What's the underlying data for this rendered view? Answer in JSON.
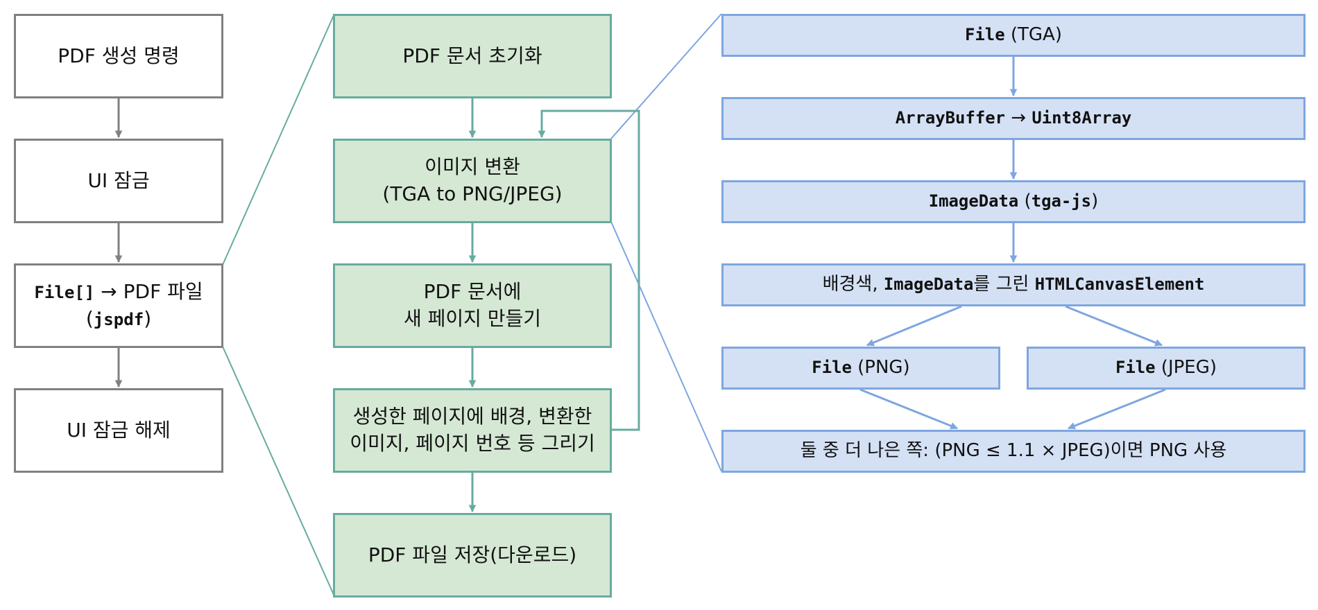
{
  "colors": {
    "gray_stroke": "#808080",
    "green_fill": "#d5e8d4",
    "green_stroke": "#67ab9f",
    "blue_fill": "#d4e1f5",
    "blue_stroke": "#7ea6e0"
  },
  "col1": {
    "cmd": "PDF 생성 명령",
    "lock": "UI 잠금",
    "convert_pre": "File[]",
    "convert_arrow": " → PDF 파일",
    "convert_lib": "jspdf",
    "open_paren": "(",
    "close_paren": ")",
    "unlock": "UI 잠금 해제"
  },
  "col2": {
    "init": "PDF 문서 초기화",
    "img_line1": "이미지 변환",
    "img_line2": "(TGA to PNG/JPEG)",
    "newpage_line1": "PDF 문서에",
    "newpage_line2": "새 페이지 만들기",
    "draw_line1": "생성한 페이지에 배경, 변환한",
    "draw_line2": "이미지, 페이지 번호 등 그리기",
    "save": "PDF 파일 저장(다운로드)"
  },
  "col3": {
    "file_tga_code": "File",
    "file_tga_text": " (TGA)",
    "ab_code1": "ArrayBuffer",
    "ab_arrow": " → ",
    "ab_code2": "Uint8Array",
    "id_code1": "ImageData",
    "id_paren_open": " (",
    "id_code2": "tga-js",
    "id_paren_close": ")",
    "canvas_text1": "배경색, ",
    "canvas_code1": "ImageData",
    "canvas_text2": "를 그린 ",
    "canvas_code2": "HTMLCanvasElement",
    "png_code": "File",
    "png_text": " (PNG)",
    "jpeg_code": "File",
    "jpeg_text": " (JPEG)",
    "choose": "둘 중 더 나은 쪽: (PNG ≤ 1.1 × JPEG)이면 PNG 사용"
  }
}
